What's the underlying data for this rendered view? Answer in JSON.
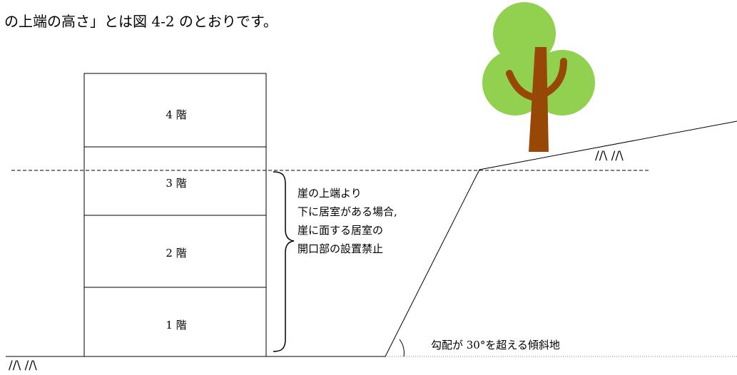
{
  "heading": "の上端の高さ」とは図 4-2 のとおりです。",
  "building": {
    "floors": [
      "4 階",
      "3 階",
      "2 階",
      "1 階"
    ]
  },
  "note_lines": [
    "崖の上端より",
    "下に居室がある場合,",
    "崖に面する居室の",
    "開口部の設置禁止"
  ],
  "slope_label": "勾配が 30°を超える傾斜地",
  "ground_symbol": "//\\  //\\",
  "colors": {
    "tree_foliage": "#92d050",
    "tree_trunk": "#974706",
    "line": "#000000",
    "dotted_ground": "#808080"
  }
}
